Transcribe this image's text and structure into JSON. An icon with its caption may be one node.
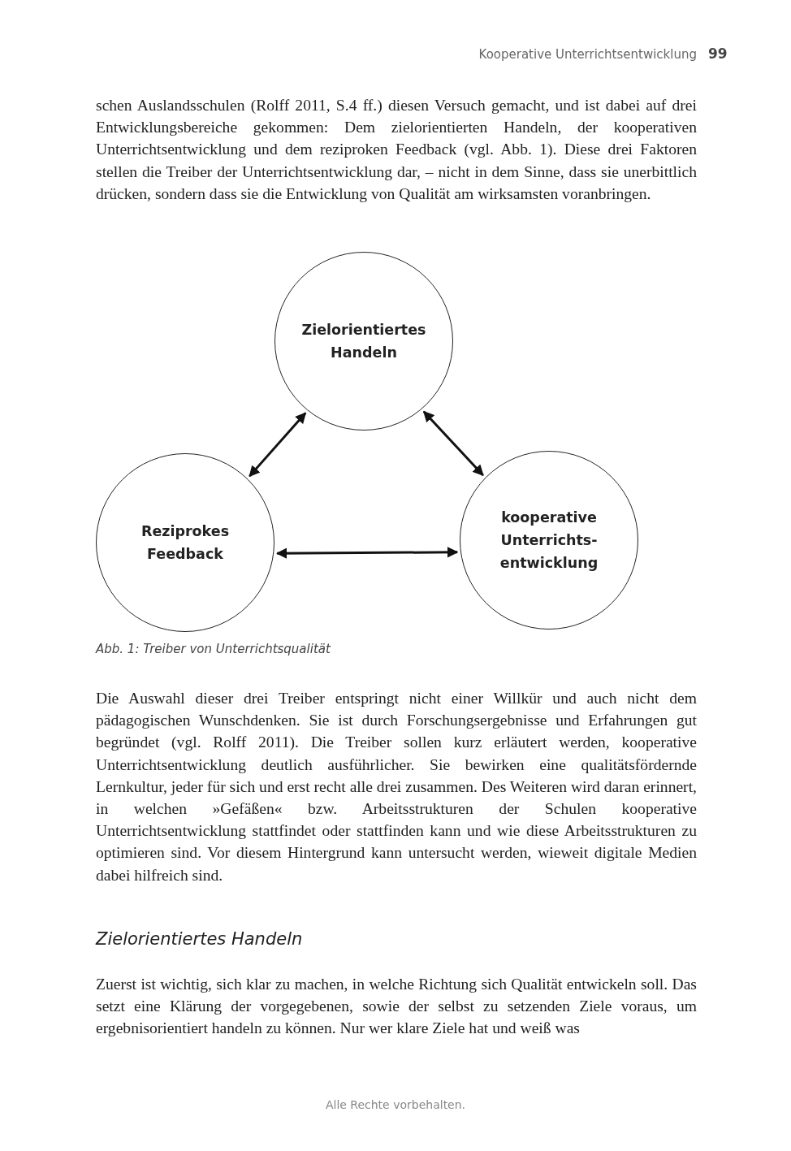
{
  "diagram": {
    "caption": "Abb. 1: Treiber von Unterrichtsqualität",
    "nodes": [
      {
        "text": [
          "Zielorientiertes Handeln"
        ]
      },
      {
        "text": [
          "Reziprokes Feedback"
        ]
      },
      {
        "text": [
          "kooperative Unterrichts- entwicklung"
        ]
      }
    ],
    "edges": [
      {
        "from": 0,
        "to": 1,
        "arrow": "both"
      },
      {
        "from": 0,
        "to": 2,
        "arrow": "both"
      },
      {
        "from": 1,
        "to": 2,
        "arrow": "both"
      }
    ],
    "labels": [
      "Kooperative Unterrichtsentwicklung",
      "99",
      "schen Auslandsschulen (Rolff 2011, S.4 ff.) diesen Versuch gemacht, und ist dabei auf drei Entwicklungsbereiche gekommen: Dem zielorientierten Handeln, der kooperativen Unterrichtsentwicklung und dem reziproken Feedback (vgl. Abb. 1). Diese drei Faktoren stellen die Treiber der Unterrichtsentwicklung dar, – nicht in dem Sinne, dass sie unerbittlich drücken, sondern dass sie die Entwicklung von Qualität am wirksamsten voranbringen.",
      "Die Auswahl dieser drei Treiber entspringt nicht einer Willkür und auch nicht dem pädagogischen Wunschdenken. Sie ist durch Forschungsergebnisse und Erfahrungen gut begründet (vgl. Rolff 2011). Die Treiber sollen kurz erläutert werden, kooperative Unterrichtsentwicklung deutlich ausführlicher. Sie bewirken eine qualitätsfördernde Lernkultur, jeder für sich und erst recht alle drei zusammen. Des Weiteren wird daran erinnert, in welchen »Gefäßen« bzw. Arbeitsstrukturen der Schulen kooperative Unterrichtsentwicklung stattfindet oder stattfinden kann und wie diese Arbeitsstrukturen zu optimieren sind. Vor diesem Hintergrund kann untersucht werden, wieweit digitale Medien dabei hilfreich sind.",
      "Zielorientiertes Handeln",
      "Zuerst ist wichtig, sich klar zu machen, in welche Richtung sich Qualität entwickeln soll. Das setzt eine Klärung der vorgegebenen, sowie der selbst zu setzenden Ziele voraus, um ergebnisorientiert handeln zu können. Nur wer klare Ziele hat und weiß was",
      "Alle Rechte vorbehalten."
    ]
  }
}
